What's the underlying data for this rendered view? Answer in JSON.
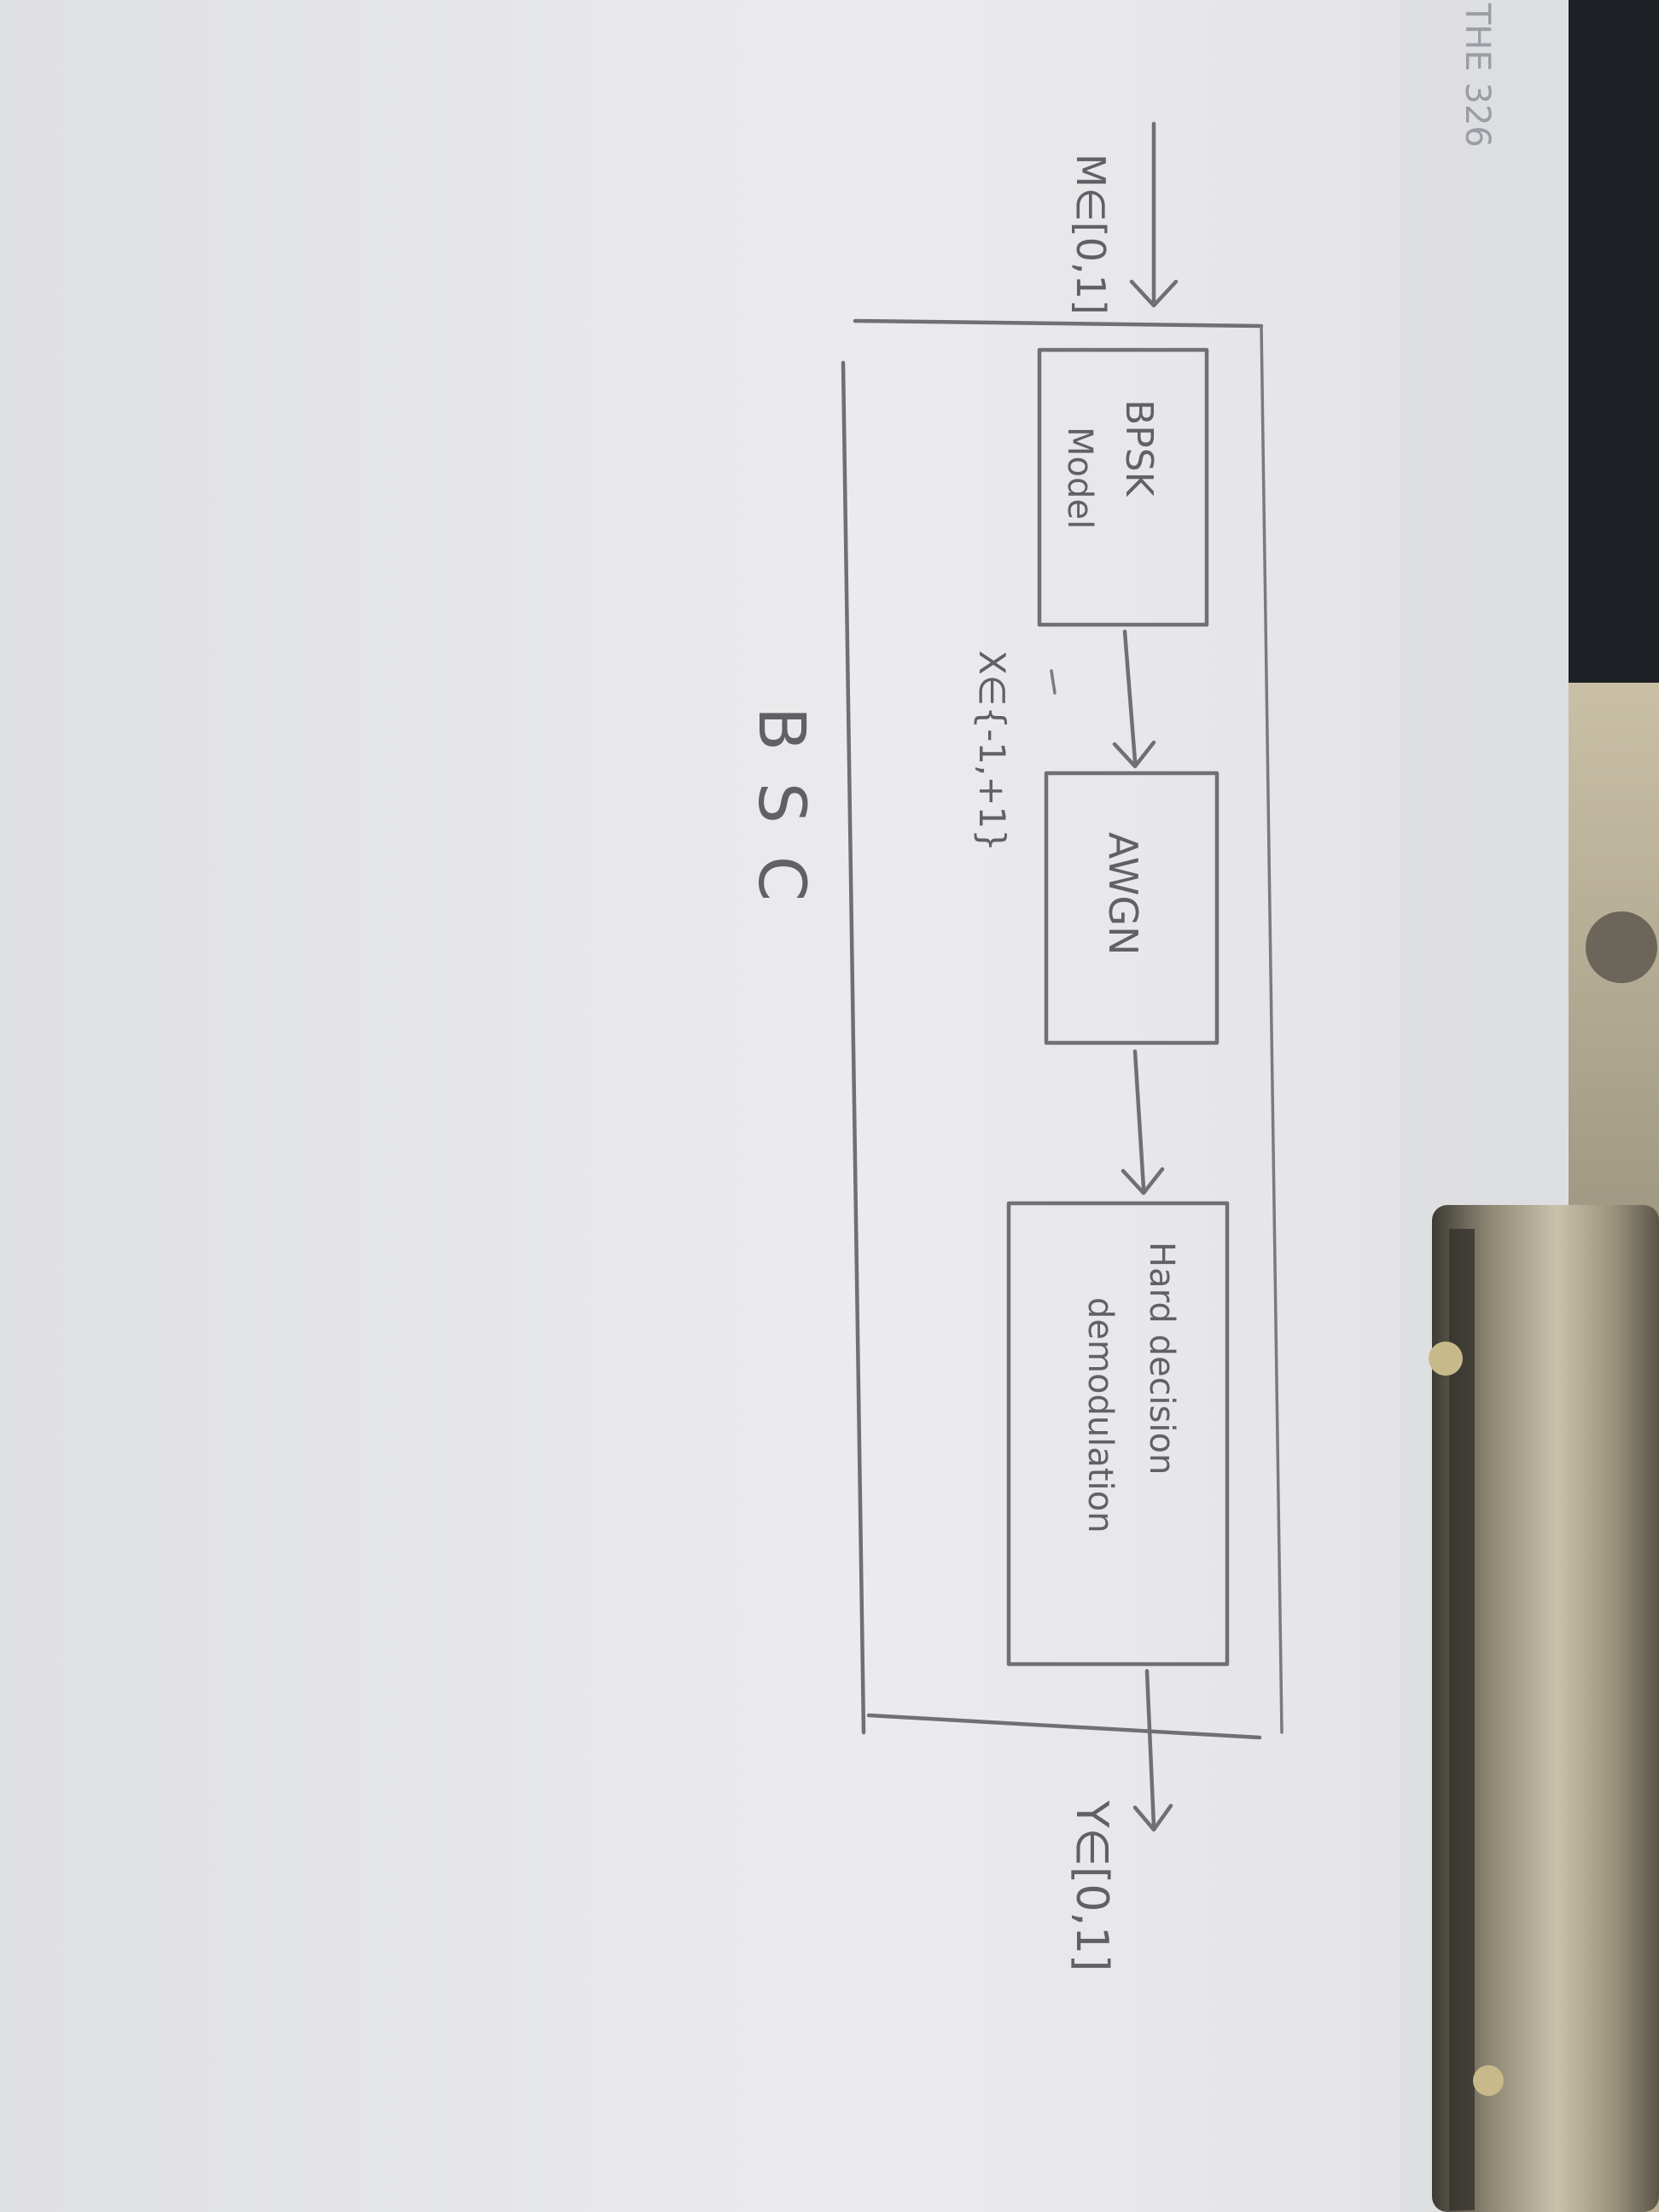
{
  "header": {
    "partial_text": "THE 326"
  },
  "diagram": {
    "outer_box_label": "BSC",
    "input_label": "M∈[0,1]",
    "output_label": "Y∈[0,1]",
    "intermediate_label": "X∈{-1,+1}",
    "blocks": [
      {
        "line1": "BPSK",
        "line2": "Model"
      },
      {
        "line1": "AWGN",
        "line2": ""
      },
      {
        "line1": "Hard decision",
        "line2": "demodulation"
      }
    ]
  },
  "colors": {
    "paper": "#ececee",
    "pencil": "#6f6f74",
    "background_dark": "#1d2024",
    "clip_metal": "#a89f86"
  }
}
